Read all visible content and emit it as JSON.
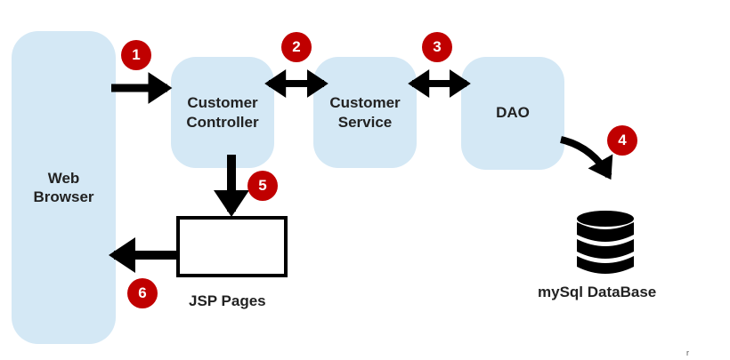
{
  "nodes": {
    "browser": "Web\nBrowser",
    "controller": "Customer\nController",
    "service": "Customer\nService",
    "dao": "DAO",
    "jsp": "JSP Pages",
    "database": "mySql DataBase"
  },
  "steps": [
    "1",
    "2",
    "3",
    "4",
    "5",
    "6"
  ],
  "colors": {
    "box_fill": "#d4e8f5",
    "badge": "#c00000",
    "arrow": "#000000"
  },
  "footer_mark": "r"
}
